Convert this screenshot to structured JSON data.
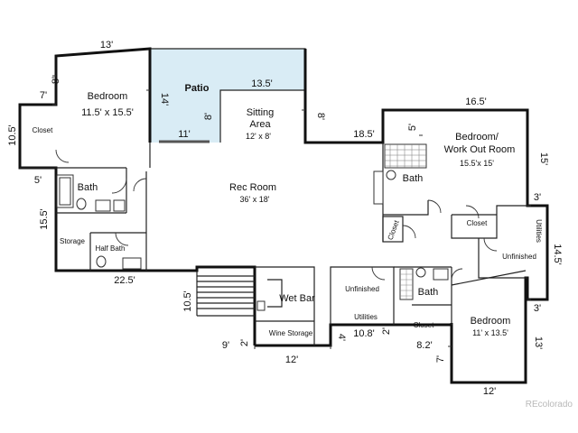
{
  "labels": {
    "bedroom_nw": "Bedroom",
    "bedroom_nw_size": "11.5' x 15.5'",
    "patio": "Patio",
    "sitting_area": "Sitting",
    "sitting_area_2": "Area",
    "sitting_size": "12' x 8'",
    "closet_w": "Closet",
    "bath_w": "Bath",
    "storage": "Storage",
    "half_bath": "Half Bath",
    "rec_room": "Rec Room",
    "rec_size": "36' x 18'",
    "bedroom_ne": "Bedroom/",
    "bedroom_ne_2": "Work Out Room",
    "bedroom_ne_size": "15.5'x 15'",
    "bath_e": "Bath",
    "closet_e1": "Closet",
    "closet_e2": "Closet",
    "utilities_e": "Utilities",
    "unfinished_e": "Unfinished",
    "wet_bar": "Wet Bar",
    "wine_storage": "Wine Storage",
    "unfinished_c": "Unfinished",
    "utilities_c": "Utilities",
    "bath_se": "Bath",
    "closet_se": "Closet",
    "bedroom_se": "Bedroom",
    "bedroom_se_size": "11' x 13.5'"
  },
  "dims": {
    "d13_top": "13'",
    "d8_a": "8'",
    "d7": "7'",
    "d10_5_left": "10.5'",
    "d5_left": "5'",
    "d15_5_left": "15.5'",
    "d22_5": "22.5'",
    "d13_5_patio": "13.5'",
    "d14": "14'",
    "d8_b": "8'",
    "d11": "11'",
    "d8_c": "8'",
    "d18_5": "18.5'",
    "d16_5": "16.5'",
    "d5_ne": "5'",
    "d15_ne": "15'",
    "d3_a": "3'",
    "d14_5": "14.5'",
    "d3_b": "3'",
    "d13_se": "13'",
    "d10_5_stairs": "10.5'",
    "d9": "9'",
    "d2_a": "2'",
    "d12_bottom": "12'",
    "d4": "4'",
    "d10_8": "10.8'",
    "d2_b": "2'",
    "d8_2": "8.2'",
    "d7_se": "7'",
    "d12_se": "12'"
  },
  "watermark": "REcolorado",
  "colors": {
    "patio_fill": "#d9ecf5",
    "wall": "#111111"
  }
}
